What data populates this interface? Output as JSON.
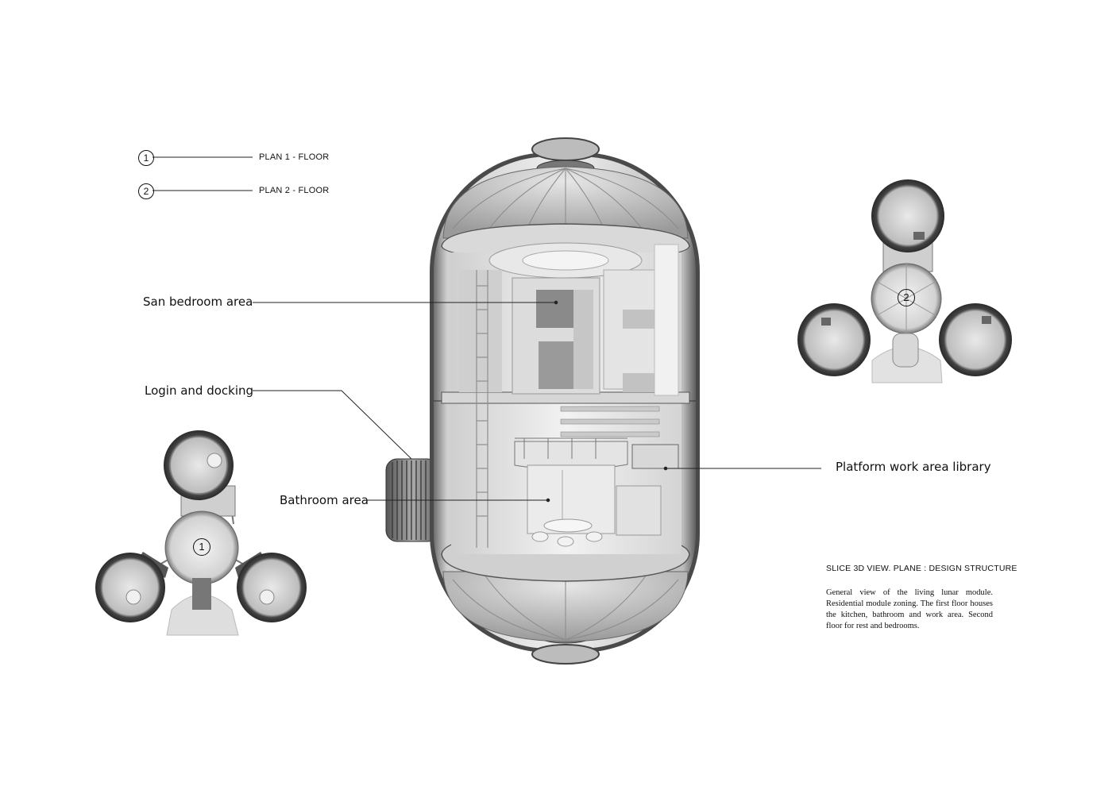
{
  "legend": {
    "items": [
      {
        "number": "1",
        "label": "PLAN 1 - FLOOR"
      },
      {
        "number": "2",
        "label": "PLAN 2 - FLOOR"
      }
    ]
  },
  "callouts": {
    "bedroom": "San bedroom area",
    "docking": "Login and docking",
    "bathroom": "Bathroom area",
    "platform": "Platform work area library"
  },
  "plans": {
    "plan1_number": "1",
    "plan2_number": "2"
  },
  "description": {
    "title": "SLICE 3D VIEW. PLANE  :  DESIGN STRUCTURE",
    "body": "General view of the living lunar module. Residential module zoning. The first floor houses the kitchen, bathroom and work area. Second floor for rest and bedrooms."
  }
}
